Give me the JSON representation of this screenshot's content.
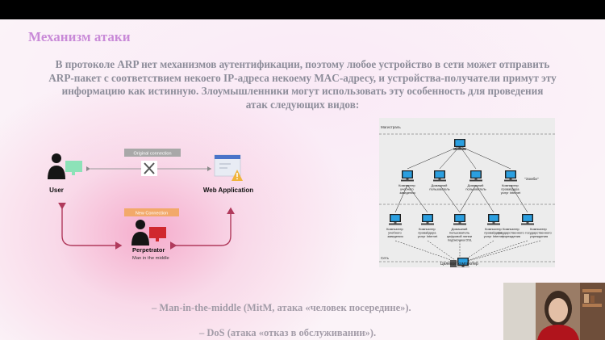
{
  "slide": {
    "title": "Механизм атаки",
    "intro_lines": [
      "В протоколе ARP нет механизмов аутентификации, поэтому любое устройство в сети может отправить",
      "ARP-пакет с соответствием некоего IP-адреса некоему MAC-адресу, и устройства-получатели примут эту",
      "информацию как истинную. Злоумышленники могут использовать эту особенность для проведения",
      "атак следующих видов:"
    ],
    "bullets": [
      "– Man-in-the-middle (MitM, атака «человек посередине»).",
      "– DoS (атака «отказ в обслуживании»)."
    ]
  },
  "mitm_diagram": {
    "user_label": "User",
    "web_app_label": "Web Application",
    "original_connection": "Original connection",
    "new_connection": "New Connection",
    "perpetrator_label": "Perpetrator",
    "perpetrator_sub": "Man in the middle",
    "colors": {
      "connection_arrow": "#b03a5c",
      "screen_green": "#8de2b8",
      "perp_red": "#d0282e",
      "new_conn_tag": "#f2a96a",
      "orig_conn_tag": "#a8a8a8"
    }
  },
  "network_diagram": {
    "top_label": "Магистраль",
    "bottom_label": "Сеть",
    "zombie_label": "\"Зомби\"",
    "target_label": "Целевой компьютер",
    "row1_labels": [
      [
        "Компьютер",
        "учебного",
        "заведения"
      ],
      [
        "Домашний",
        "пользователь"
      ],
      [
        "Домашний",
        "пользователь"
      ],
      [
        "Компьютер",
        "провайдера",
        "услуг Internet"
      ]
    ],
    "row2_labels": [
      [
        "Компьютер",
        "учебного",
        "заведения"
      ],
      [
        "Компьютер",
        "провайдера",
        "услуг Internet"
      ],
      [
        "Домашний",
        "пользователь",
        "цифровой линии",
        "подписчика DSL"
      ],
      [
        "Компьютер",
        "провайдера",
        "услуг Internet"
      ],
      [
        "Компьютер",
        "государственного",
        "учреждения"
      ],
      [
        "Компьютер",
        "государственного",
        "учреждения"
      ]
    ]
  }
}
